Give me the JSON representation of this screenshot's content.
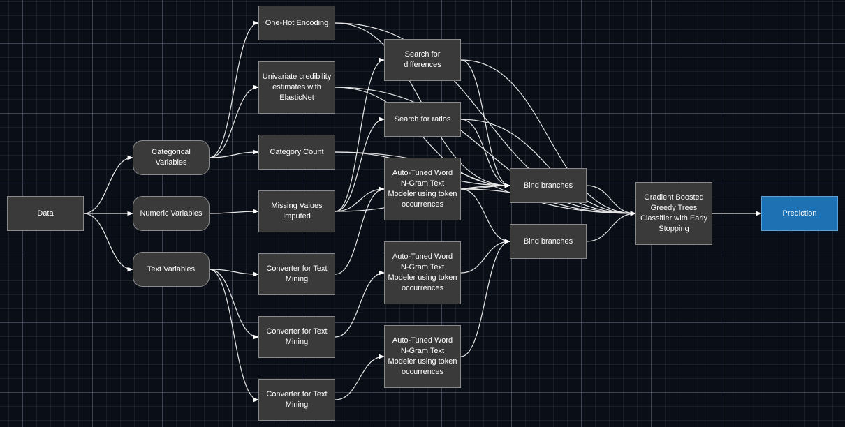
{
  "nodes": {
    "data": "Data",
    "categorical": "Categorical Variables",
    "numeric": "Numeric Variables",
    "text": "Text Variables",
    "onehot": "One-Hot Encoding",
    "univariate": "Univariate credibility estimates with ElasticNet",
    "catcount": "Category Count",
    "missing": "Missing Values Imputed",
    "conv1": "Converter for Text Mining",
    "conv2": "Converter for Text Mining",
    "conv3": "Converter for Text Mining",
    "diff": "Search for differences",
    "ratio": "Search for ratios",
    "ngram1": "Auto-Tuned Word N-Gram Text Modeler using token occurrences",
    "ngram2": "Auto-Tuned Word N-Gram Text Modeler using token occurrences",
    "ngram3": "Auto-Tuned Word N-Gram Text Modeler using token occurrences",
    "bind1": "Bind branches",
    "bind2": "Bind branches",
    "gbm": "Gradient Boosted Greedy Trees Classifier with Early Stopping",
    "prediction": "Prediction"
  },
  "colors": {
    "node_fill": "#3a3a3a",
    "output_fill": "#1e72b4",
    "edge": "#e6e6e6"
  }
}
